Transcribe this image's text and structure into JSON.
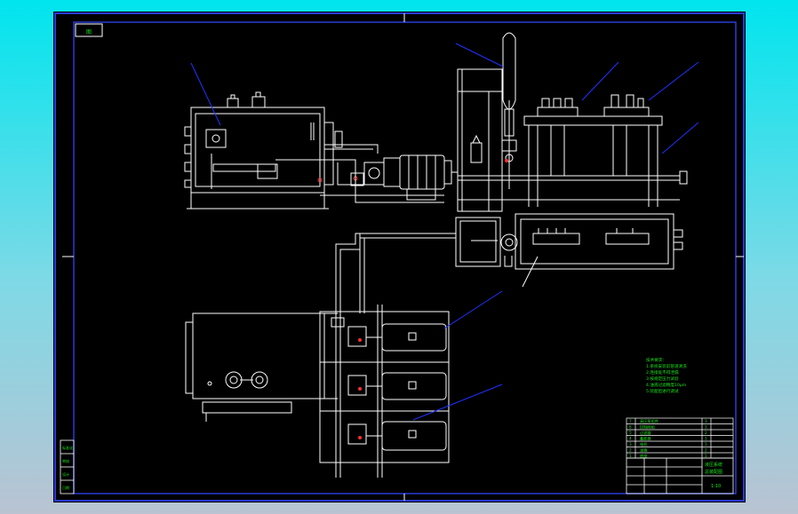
{
  "colors": {
    "background_top": "#00e5ee",
    "background_bottom": "#b9c3d2",
    "sheet": "#000000",
    "frame": "#2a3ad6",
    "equipment": "#ffffff",
    "leader": "#1f32ff",
    "notes": "#19e619",
    "valve": "#ff3030"
  },
  "drawing": {
    "corner_tag": "图",
    "scale_label": "1:10",
    "title_lines": [
      "液压系统",
      "总装配图"
    ]
  },
  "notes": {
    "lines": [
      "技术要求：",
      "1.系统安装前管道清洗",
      "2.连接处不得泄漏",
      "3.按规定压力试验",
      "4.油液过滤精度10μm",
      "5.装配后进行调试"
    ]
  },
  "parts_list": {
    "rows": [
      {
        "no": "7",
        "name": "高压泵组件",
        "qty": "3"
      },
      {
        "no": "6",
        "name": "控制阀组",
        "qty": "1"
      },
      {
        "no": "5",
        "name": "过滤器",
        "qty": "2"
      },
      {
        "no": "4",
        "name": "蓄能器",
        "qty": "1"
      },
      {
        "no": "3",
        "name": "电机",
        "qty": "1"
      },
      {
        "no": "2",
        "name": "油箱",
        "qty": "2"
      },
      {
        "no": "1",
        "name": "底座",
        "qty": "1"
      }
    ]
  },
  "left_strip": {
    "items": [
      "标准化",
      "审核",
      "设计",
      "日期"
    ]
  }
}
